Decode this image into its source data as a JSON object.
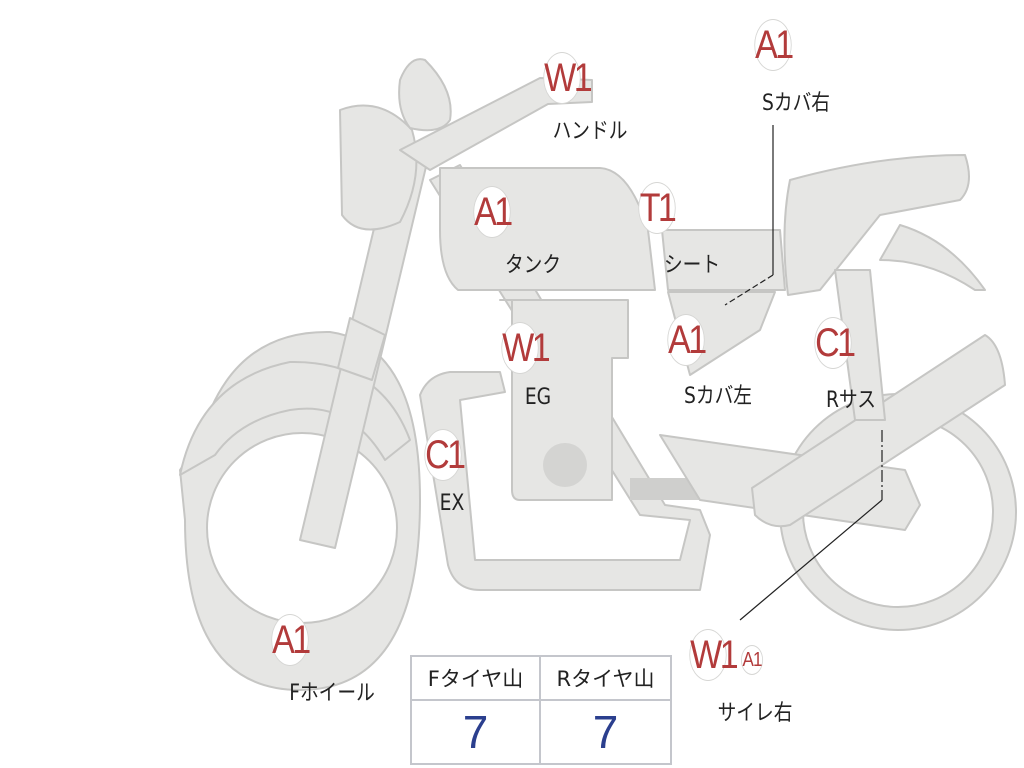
{
  "colors": {
    "body_fill": "#e6e6e4",
    "body_stroke": "#c6c6c4",
    "code_red": "#b23b3b",
    "value_blue": "#2b3f8e"
  },
  "markers": [
    {
      "code": "W1",
      "label": "ハンドル"
    },
    {
      "code": "A1",
      "label": "Sカバ右"
    },
    {
      "code": "A1",
      "label": "タンク"
    },
    {
      "code": "T1",
      "label": "シート"
    },
    {
      "code": "W1",
      "label": "EG"
    },
    {
      "code": "A1",
      "label": "Sカバ左"
    },
    {
      "code": "C1",
      "label": "Rサス"
    },
    {
      "code": "C1",
      "label": "EX"
    },
    {
      "code": "A1",
      "label": "Fホイール"
    },
    {
      "code": "W1",
      "code2": "A1",
      "label": "サイレ右"
    }
  ],
  "tire_table": {
    "headers": [
      "Fタイヤ山",
      "Rタイヤ山"
    ],
    "values": [
      "7",
      "7"
    ]
  }
}
